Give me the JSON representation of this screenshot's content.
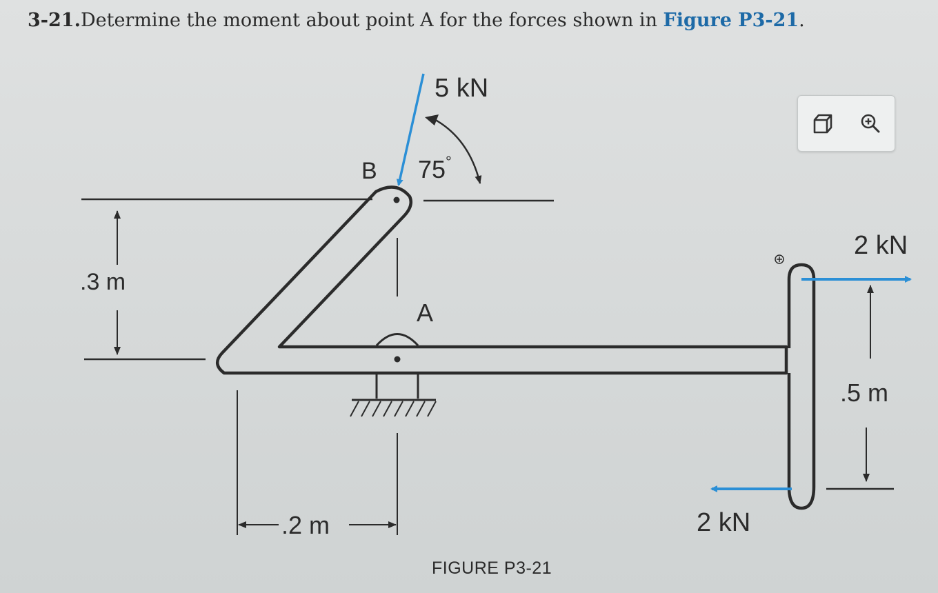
{
  "problem": {
    "number": "3-21.",
    "text": "Determine the moment about point A for the forces shown in ",
    "figure_ref": "Figure P3-21",
    "end": "."
  },
  "figure": {
    "caption": "FIGURE P3-21",
    "point_a": "A",
    "point_b": "B",
    "force_top": "5 kN",
    "angle": "75",
    "angle_unit": "°",
    "dim_vertical_left": ".3 m",
    "dim_horizontal": ".2 m",
    "force_right_top": "2 kN",
    "force_right_bottom": "2 kN",
    "dim_vertical_right": ".5 m"
  },
  "toolbar": {
    "icons": [
      "expand-icon",
      "zoom-in-icon"
    ]
  },
  "colors": {
    "force_arrow": "#2b8fd6",
    "ink": "#2b2b2b"
  }
}
